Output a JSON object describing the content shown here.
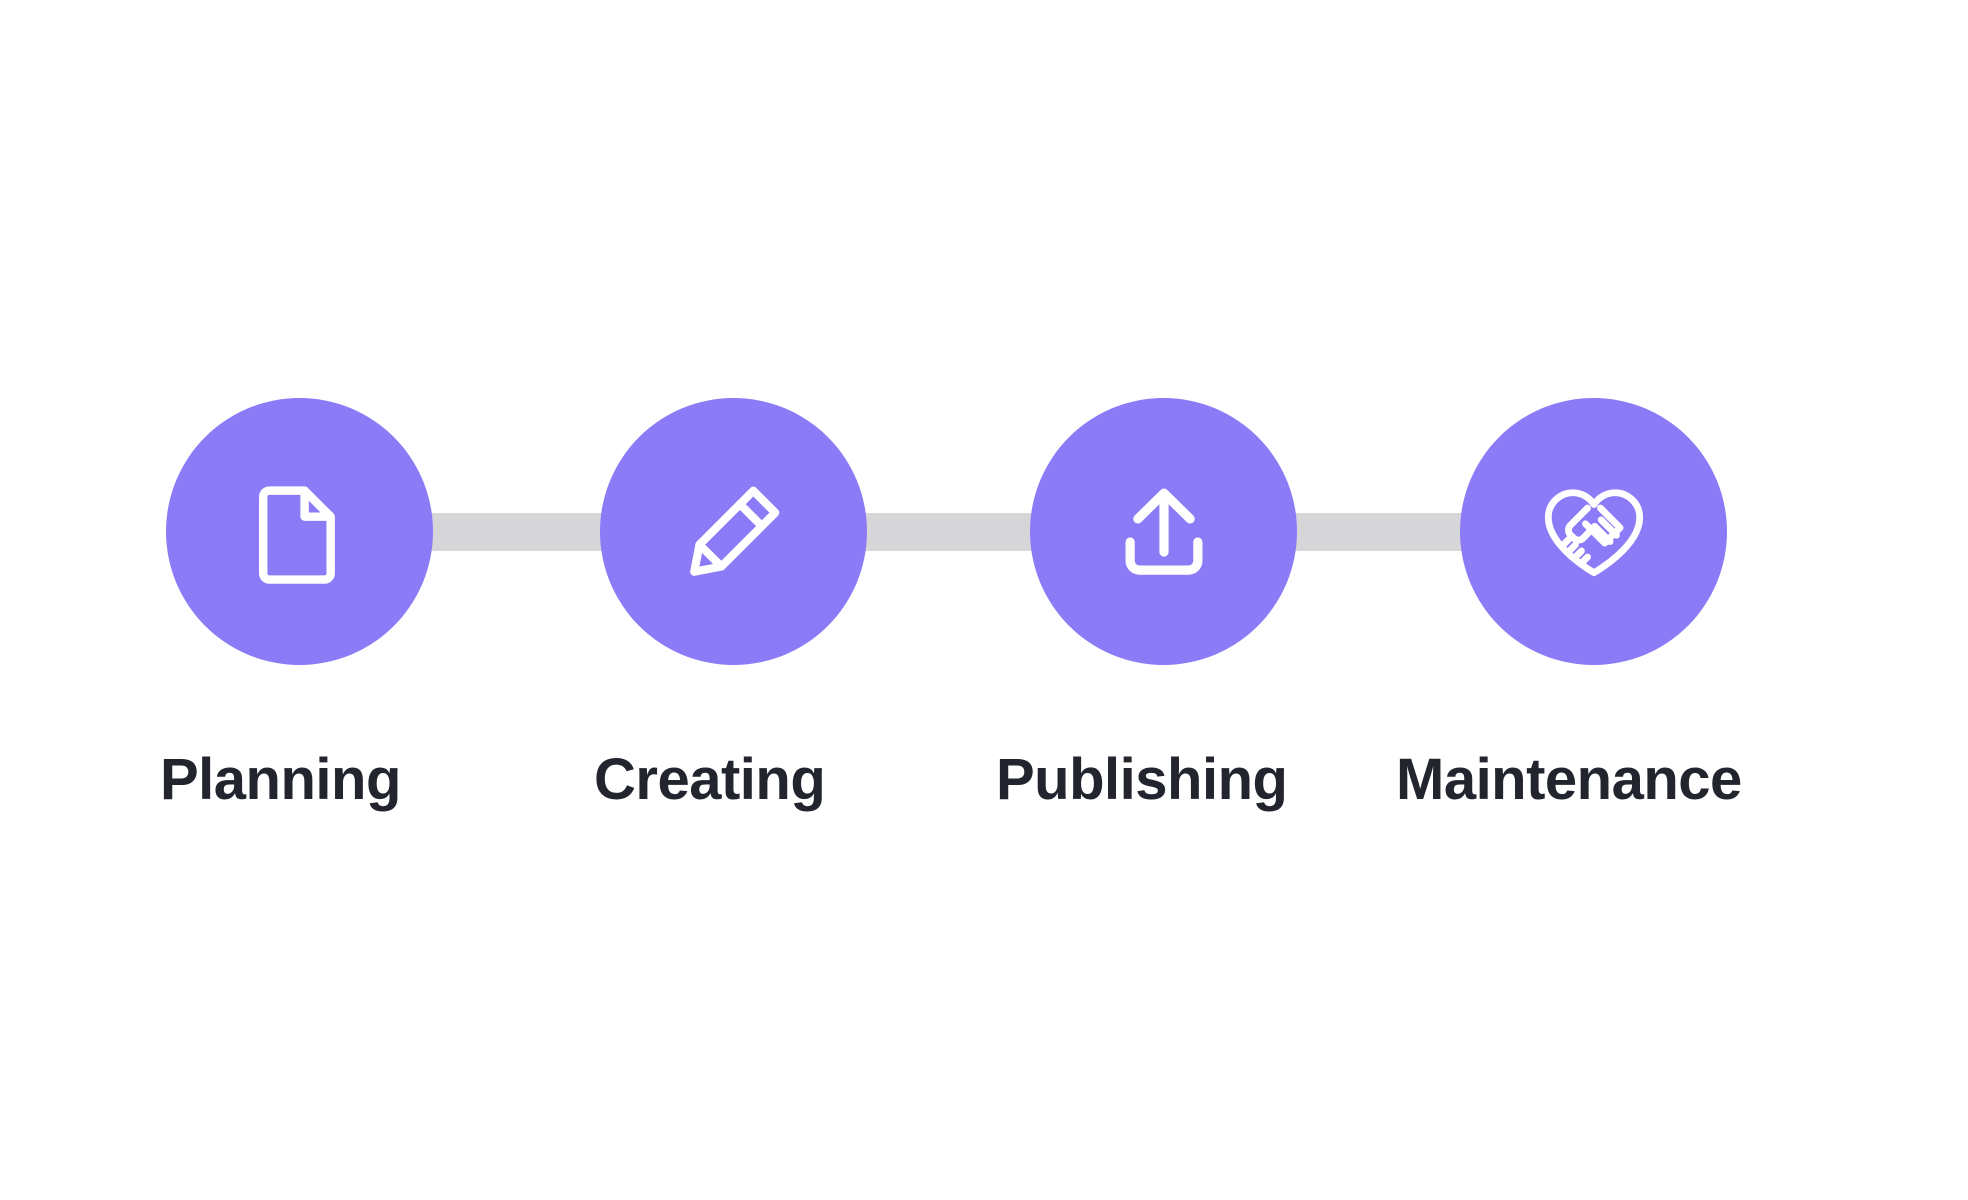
{
  "diagram": {
    "type": "horizontal-process-steps",
    "step_count": 4,
    "background_color": "#ffffff",
    "circle_color": "#8b7bf7",
    "connector_color": "#d6d6d8",
    "icon_color": "#ffffff",
    "label_color": "#22242e",
    "steps": [
      {
        "label": "Planning",
        "icon": "document-icon"
      },
      {
        "label": "Creating",
        "icon": "pencil-icon"
      },
      {
        "label": "Publishing",
        "icon": "upload-icon"
      },
      {
        "label": "Maintenance",
        "icon": "handshake-heart-icon"
      }
    ]
  }
}
